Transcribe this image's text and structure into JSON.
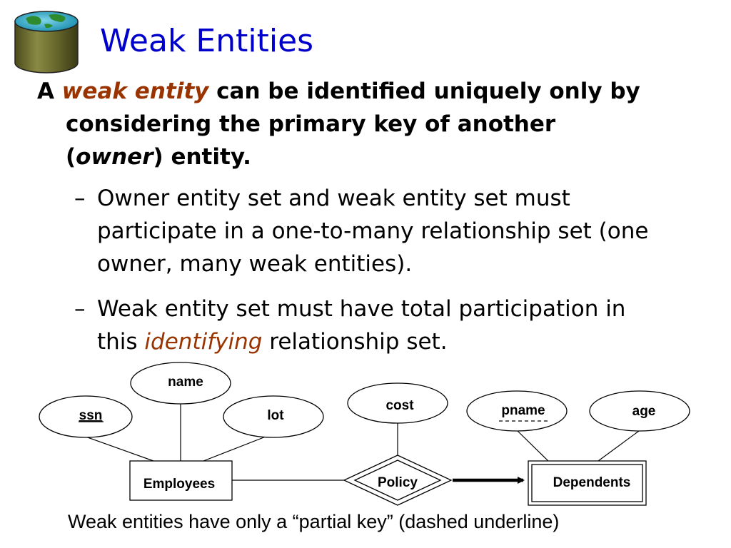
{
  "slide": {
    "title": "Weak Entities",
    "main": {
      "line1_prefix": "A ",
      "line1_em": "weak entity",
      "line1_rest": " can be identified uniquely only by",
      "line2": "considering the primary key of another",
      "line3_open": "(",
      "line3_em": "owner",
      "line3_close": ") entity."
    },
    "bullets": [
      {
        "dash": "–",
        "lines": [
          "Owner entity set and weak entity set must",
          "participate in a one-to-many relationship set (one",
          "owner, many weak entities)."
        ]
      },
      {
        "dash": "–",
        "line1": "Weak entity set must have total participation in",
        "line2_prefix": "this ",
        "line2_em": "identifying",
        "line2_rest": " relationship set."
      }
    ],
    "diagram": {
      "attributes": {
        "name": "name",
        "ssn": "ssn",
        "lot": "lot",
        "cost": "cost",
        "pname": "pname",
        "age": "age"
      },
      "entities": {
        "employees": "Employees",
        "dependents": "Dependents"
      },
      "relationship": "Policy"
    },
    "caption": "Weak entities have only a “partial key” (dashed underline)"
  }
}
